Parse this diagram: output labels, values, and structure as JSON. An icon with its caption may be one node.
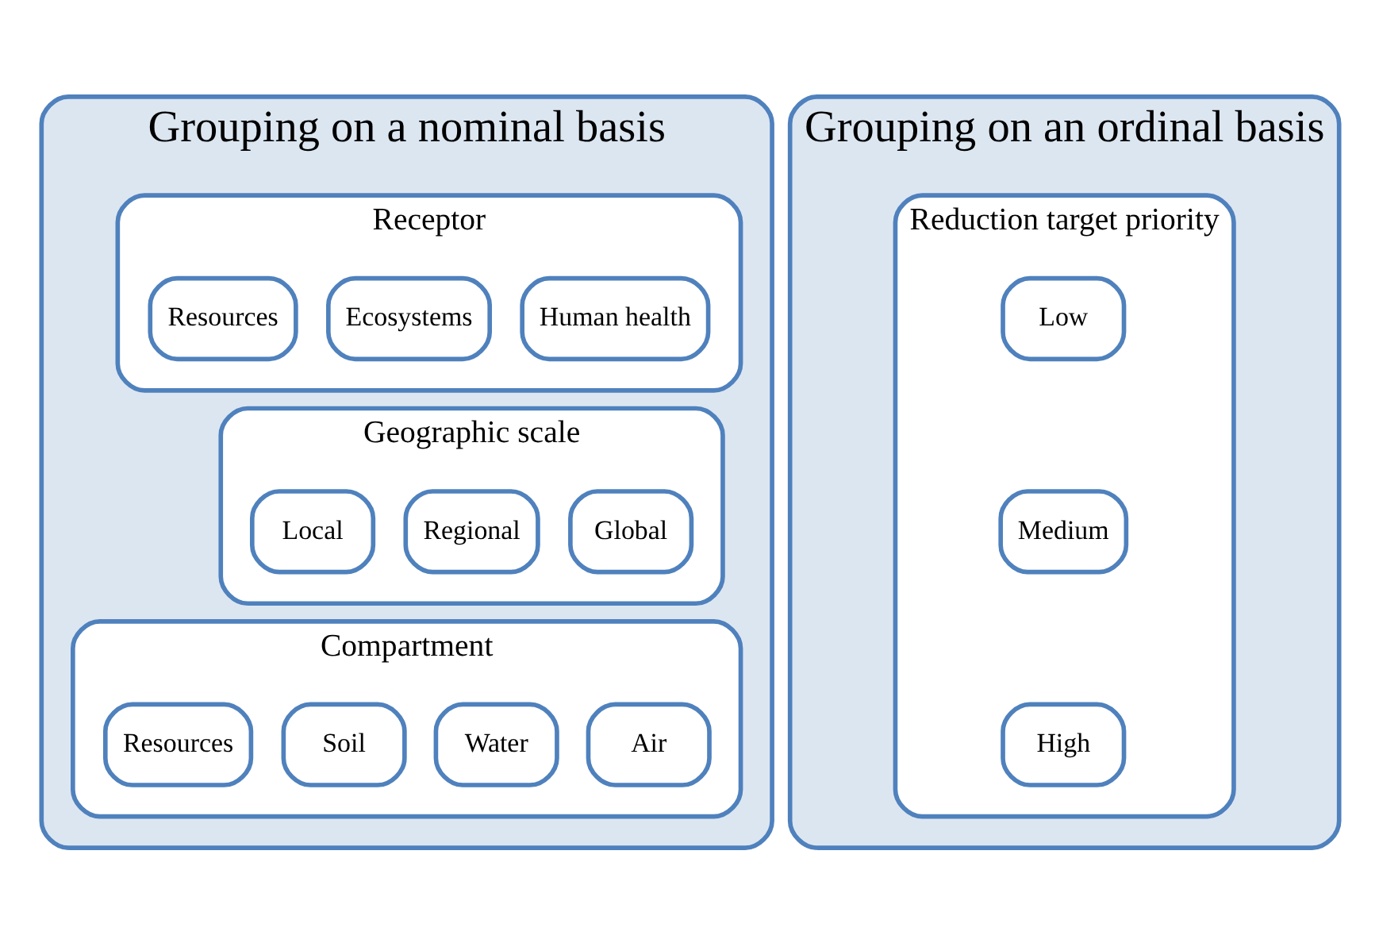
{
  "diagram": {
    "nodes": [
      {
        "text": [
          "Grouping on a nominal basis"
        ]
      },
      {
        "text": [
          "Receptor"
        ],
        "in": 0
      },
      {
        "text": [
          "Human health"
        ],
        "in": 1
      },
      {
        "text": [
          "Ecosystems"
        ],
        "in": 1
      },
      {
        "text": [
          "Resources"
        ],
        "in": 1
      },
      {
        "text": [
          "Geographic scale"
        ],
        "in": 0
      },
      {
        "text": [
          "Global"
        ],
        "in": 5
      },
      {
        "text": [
          "Regional"
        ],
        "in": 5
      },
      {
        "text": [
          "Local"
        ],
        "in": 5
      },
      {
        "text": [
          "Compartment"
        ],
        "in": 0
      },
      {
        "text": [
          "Air"
        ],
        "in": 9
      },
      {
        "text": [
          "Water"
        ],
        "in": 9
      },
      {
        "text": [
          "Soil"
        ],
        "in": 9
      },
      {
        "text": [
          "Resources"
        ],
        "in": 9
      },
      {
        "text": [
          "Grouping on an ordinal basis"
        ]
      },
      {
        "text": [
          "Reduction target priority"
        ],
        "in": 14
      },
      {
        "text": [
          "Low"
        ],
        "in": 15
      },
      {
        "text": [
          "Medium"
        ],
        "in": 15
      },
      {
        "text": [
          "High"
        ],
        "in": 15
      }
    ],
    "edges": []
  }
}
